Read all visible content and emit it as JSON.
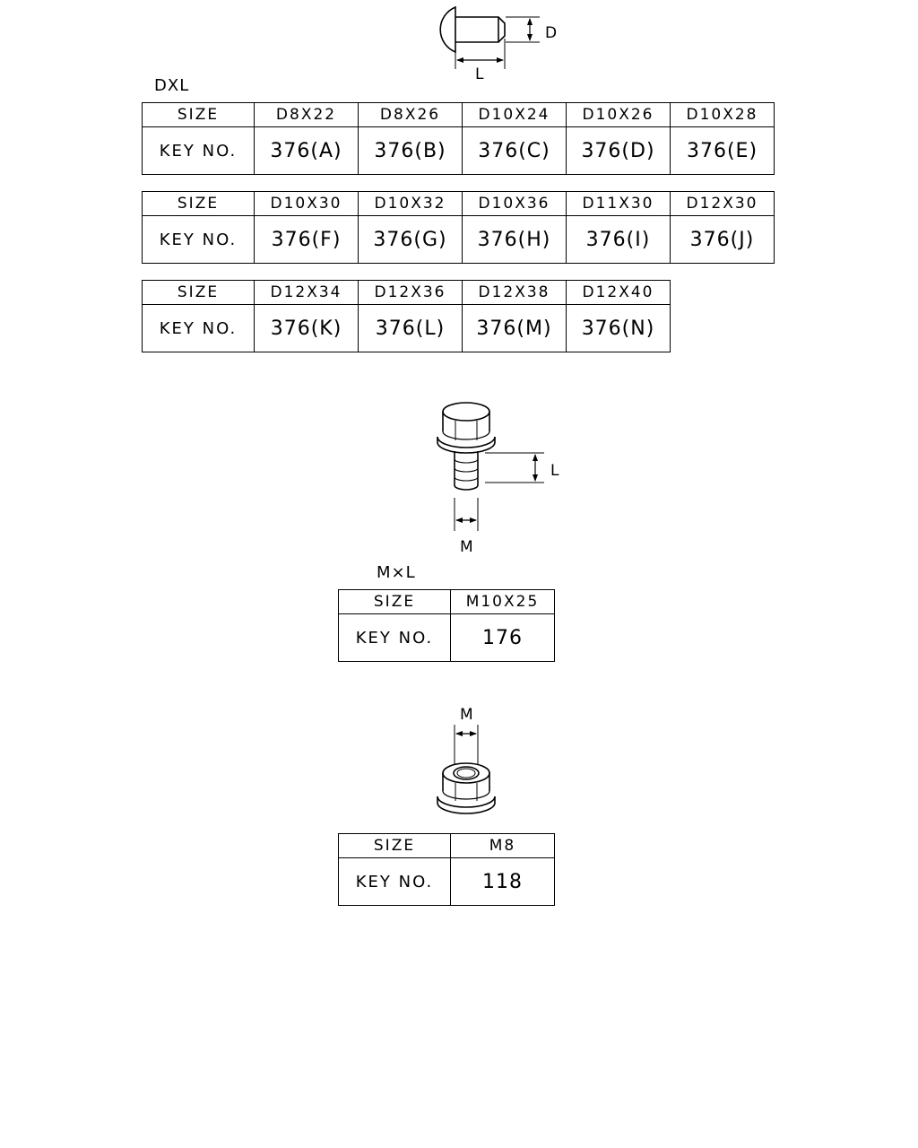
{
  "rivet": {
    "dim_d": "D",
    "dim_l": "L",
    "caption": "DXL",
    "tables": [
      {
        "row_header_size": "SIZE",
        "row_header_key": "KEY NO.",
        "sizes": [
          "D8X22",
          "D8X26",
          "D10X24",
          "D10X26",
          "D10X28"
        ],
        "keys": [
          "376(A)",
          "376(B)",
          "376(C)",
          "376(D)",
          "376(E)"
        ]
      },
      {
        "row_header_size": "SIZE",
        "row_header_key": "KEY NO.",
        "sizes": [
          "D10X30",
          "D10X32",
          "D10X36",
          "D11X30",
          "D12X30"
        ],
        "keys": [
          "376(F)",
          "376(G)",
          "376(H)",
          "376(I)",
          "376(J)"
        ]
      },
      {
        "row_header_size": "SIZE",
        "row_header_key": "KEY NO.",
        "sizes": [
          "D12X34",
          "D12X36",
          "D12X38",
          "D12X40"
        ],
        "keys": [
          "376(K)",
          "376(L)",
          "376(M)",
          "376(N)"
        ]
      }
    ]
  },
  "bolt": {
    "dim_l": "L",
    "dim_m": "M",
    "caption": "M×L",
    "table": {
      "row_header_size": "SIZE",
      "row_header_key": "KEY NO.",
      "sizes": [
        "M10X25"
      ],
      "keys": [
        "176"
      ]
    }
  },
  "nut": {
    "dim_m": "M",
    "table": {
      "row_header_size": "SIZE",
      "row_header_key": "KEY NO.",
      "sizes": [
        "M8"
      ],
      "keys": [
        "118"
      ]
    }
  }
}
